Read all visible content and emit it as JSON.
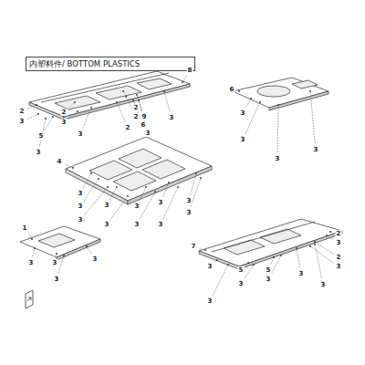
{
  "diagram": {
    "title": "内塑料件/ BOTTOM PLASTICS",
    "labels": [
      "8",
      "2",
      "3",
      "2",
      "3",
      "5",
      "3",
      "2",
      "2",
      "2",
      "9",
      "6",
      "3",
      "3",
      "3",
      "6",
      "3",
      "3",
      "3",
      "3",
      "4",
      "3",
      "3",
      "3",
      "3",
      "3",
      "3",
      "3",
      "3",
      "3",
      "3",
      "3",
      "1",
      "3",
      "3",
      "3",
      "3",
      "7",
      "2",
      "3",
      "2",
      "3",
      "3",
      "3",
      "5",
      "3",
      "5",
      "3",
      "3",
      "3"
    ]
  }
}
